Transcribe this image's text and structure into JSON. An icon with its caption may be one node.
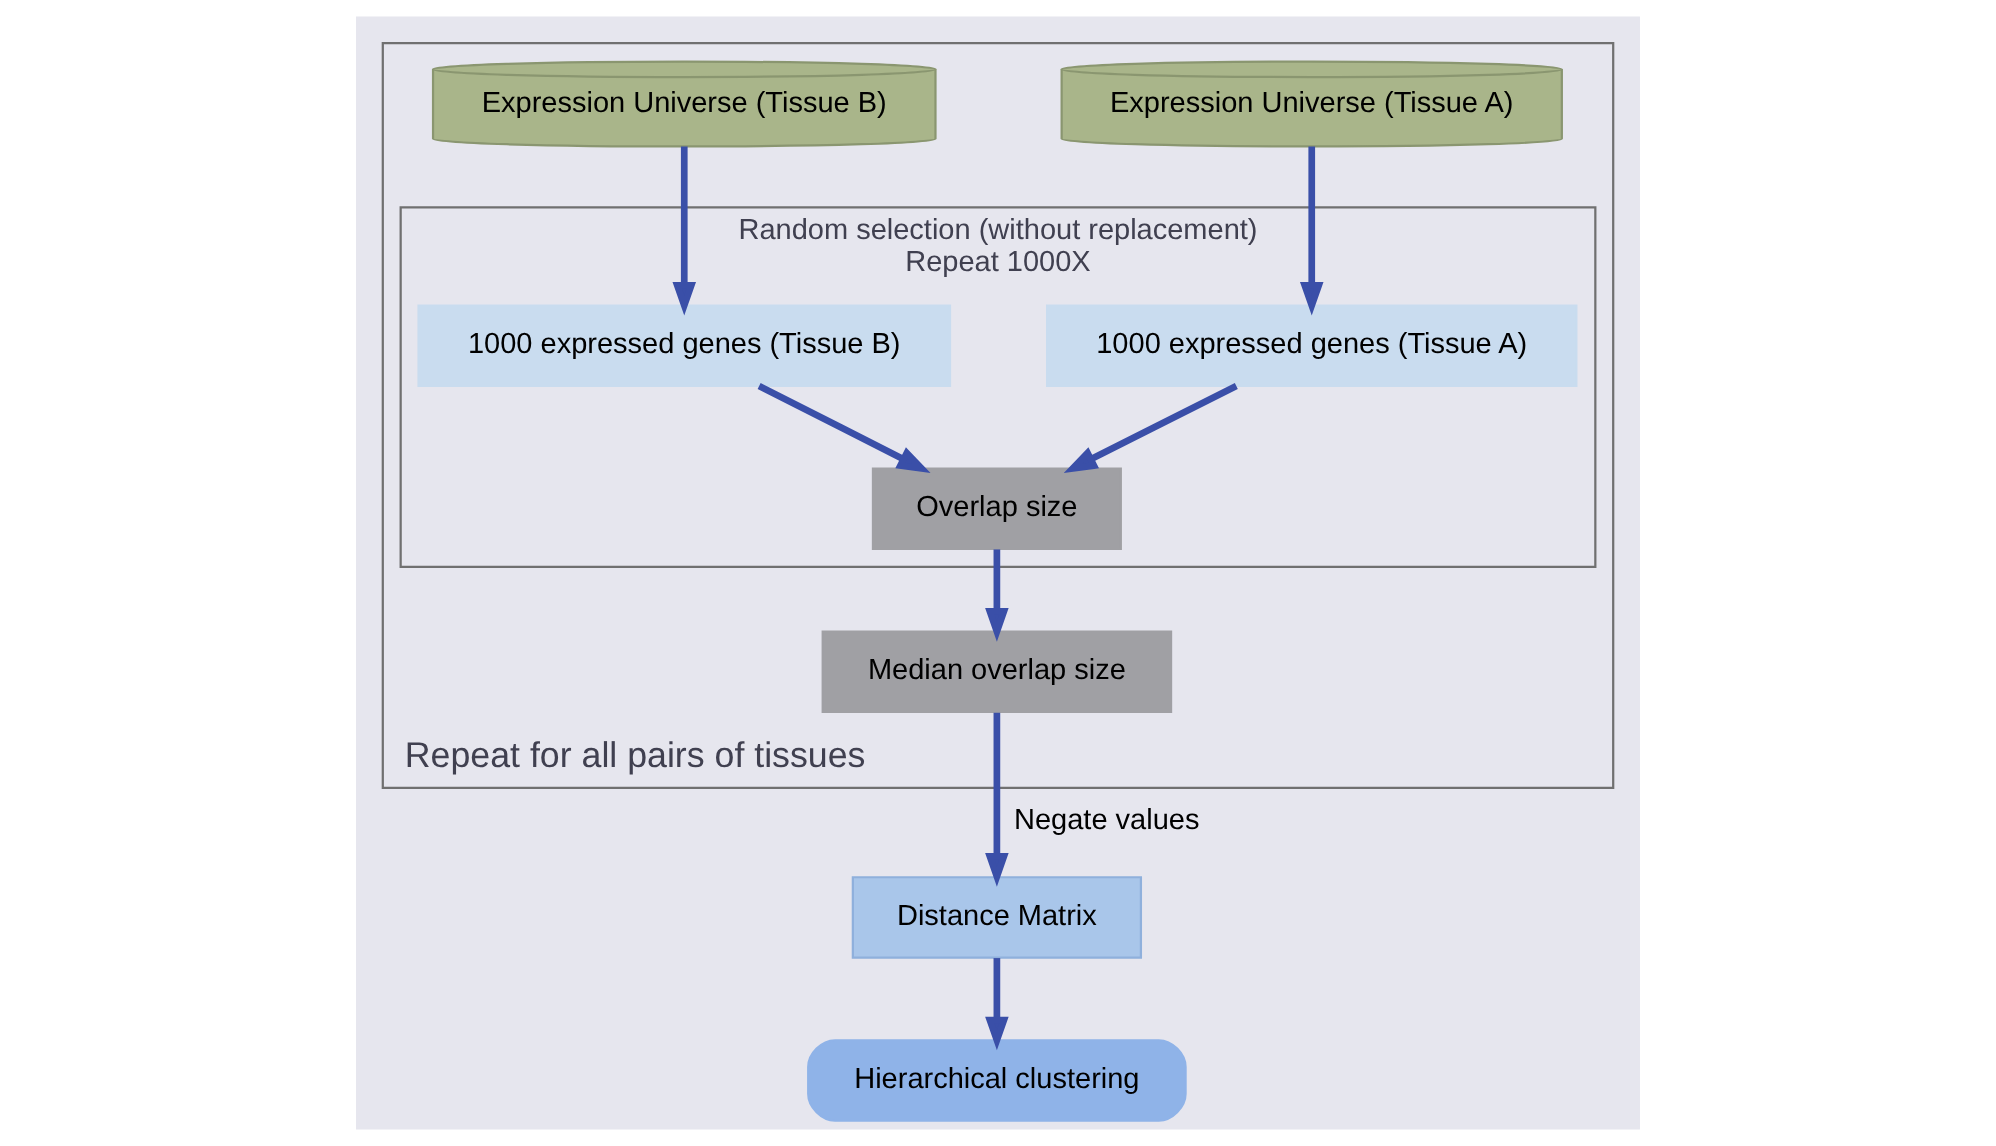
{
  "diagram": {
    "nodes": [
      {
        "text": [
          "Repeat for all pairs of tissues"
        ]
      },
      {
        "text": [
          "Random selection (without replacement)",
          "Repeat 1000X"
        ],
        "in": 0
      },
      {
        "text": [
          "Expression Universe (Tissue A)"
        ],
        "in": 0
      },
      {
        "text": [
          "Expression Universe (Tissue B)"
        ],
        "in": 0
      },
      {
        "text": [
          "1000 expressed genes (Tissue A)"
        ],
        "in": 1
      },
      {
        "text": [
          "1000 expressed genes (Tissue B)"
        ],
        "in": 1
      },
      {
        "text": [
          "Overlap size"
        ],
        "in": 1
      },
      {
        "text": [
          "Median overlap size"
        ],
        "in": 0
      },
      {
        "text": [
          "Distance Matrix"
        ]
      },
      {
        "text": [
          "Hierarchical clustering"
        ]
      }
    ],
    "edges": [
      {
        "from": 2,
        "to": 4,
        "arrow": "to"
      },
      {
        "from": 3,
        "to": 5,
        "arrow": "to"
      },
      {
        "from": 4,
        "to": 6,
        "arrow": "to"
      },
      {
        "from": 5,
        "to": 6,
        "arrow": "to"
      },
      {
        "from": 6,
        "to": 7,
        "arrow": "to"
      },
      {
        "from": 7,
        "to": 8,
        "arrow": "to",
        "label": "Negate values"
      },
      {
        "from": 8,
        "to": 9,
        "arrow": "to"
      }
    ]
  }
}
